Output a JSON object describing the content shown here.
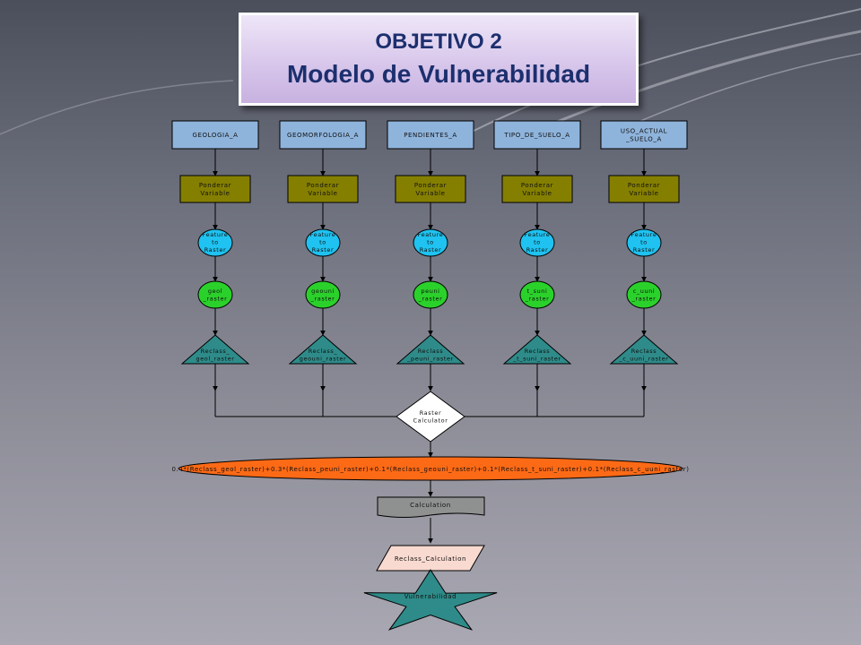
{
  "title": {
    "line1": "OBJETIVO 2",
    "line2": "Modelo de Vulnerabilidad"
  },
  "colors": {
    "input": "#8fb4dc",
    "ponderar": "#857f00",
    "feature": "#1fc2f0",
    "raster": "#2bd12b",
    "reclass": "#2e8b89",
    "calculator": "#ffffff",
    "formula": "#fd6a16",
    "calculation": "#8f9090",
    "output": "#f9dad0",
    "star": "#2e8b89"
  },
  "columns": [
    {
      "input": [
        "GEOLOGIA_A"
      ],
      "ponderar": [
        "Ponderar",
        "Variable"
      ],
      "feature": [
        "Feature",
        "to",
        "Raster"
      ],
      "raster": [
        "geol",
        "_raster"
      ],
      "reclass": [
        "Reclass_",
        "geol_raster"
      ]
    },
    {
      "input": [
        "GEOMORFOLOGIA_A"
      ],
      "ponderar": [
        "Ponderar",
        "Variable"
      ],
      "feature": [
        "Feature",
        "to",
        "Raster"
      ],
      "raster": [
        "geouni",
        "_raster"
      ],
      "reclass": [
        "Reclass_",
        "geouni_raster"
      ]
    },
    {
      "input": [
        "PENDIENTES_A"
      ],
      "ponderar": [
        "Ponderar",
        "Variable"
      ],
      "feature": [
        "Feature",
        "to",
        "Raster"
      ],
      "raster": [
        "peuni",
        "_raster"
      ],
      "reclass": [
        "Reclass",
        "_peuni_raster"
      ]
    },
    {
      "input": [
        "TIPO_DE_SUELO_A"
      ],
      "ponderar": [
        "Ponderar",
        "Variable"
      ],
      "feature": [
        "Feature",
        "to",
        "Raster"
      ],
      "raster": [
        "t_suni",
        "_raster"
      ],
      "reclass": [
        "Reclass",
        "_t_suni_raster"
      ]
    },
    {
      "input": [
        "USO_ACTUAL",
        "_SUELO_A"
      ],
      "ponderar": [
        "Ponderar",
        "Variable"
      ],
      "feature": [
        "Feature",
        "to",
        "Raster"
      ],
      "raster": [
        "c_uuni",
        "_raster"
      ],
      "reclass": [
        "Reclass",
        "_c_uuni_raster"
      ]
    }
  ],
  "calculator": [
    "Raster",
    "Calculator"
  ],
  "formula": "0.4*(Reclass_geol_raster)+0.3*(Reclass_peuni_raster)+0.1*(Reclass_geouni_raster)+0.1*(Reclass_t_suni_raster)+0.1*(Reclass_c_uuni_raster)",
  "calculation": "Calculation",
  "output": "Reclass_Calculation",
  "final": "Vulnerabilidad"
}
